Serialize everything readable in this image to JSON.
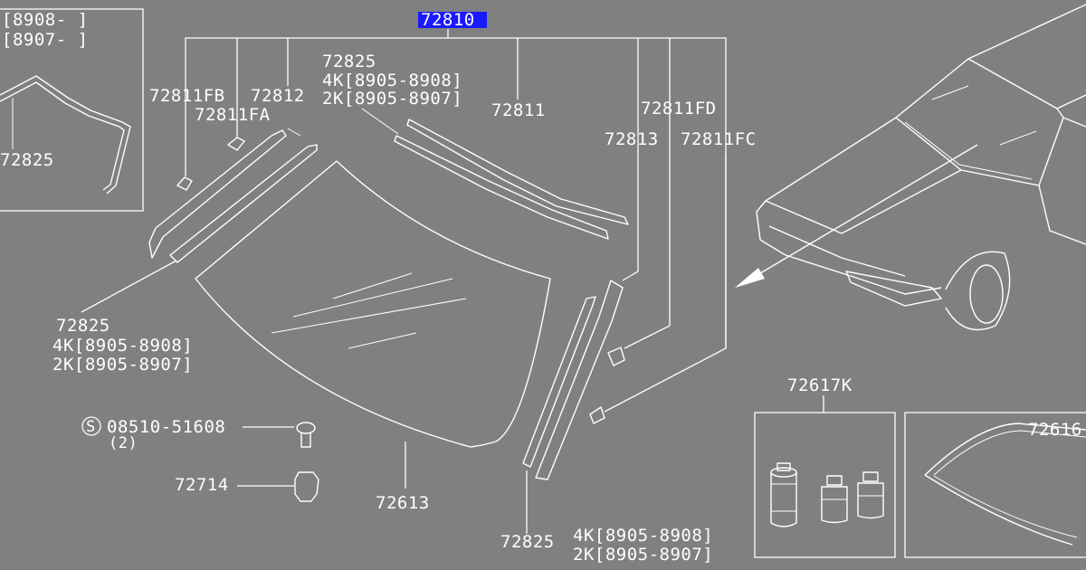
{
  "diagram": {
    "highlighted_part": "72810",
    "inset_top_left": {
      "range_a": "[8908-  ]",
      "range_b": "[8907-  ]",
      "part": "72825"
    },
    "labels": {
      "p72811fb": "72811FB",
      "p72812": "72812",
      "p72811fa": "72811FA",
      "p72825_top": "72825",
      "p72825_top_4k": "4K[8905-8908]",
      "p72825_top_2k": "2K[8905-8907]",
      "p72811": "72811",
      "p72811fd": "72811FD",
      "p72813": "72813",
      "p72811fc": "72811FC",
      "p72825_left": "72825",
      "p72825_left_4k": "4K[8905-8908]",
      "p72825_left_2k": "2K[8905-8907]",
      "s_symbol": "S",
      "p08510": "08510-51608",
      "p08510_qty": "(2)",
      "p72714": "72714",
      "p72613": "72613",
      "p72825_bottom": "72825",
      "p72825_bottom_4k": "4K[8905-8908]",
      "p72825_bottom_2k": "2K[8905-8907]",
      "p72617k": "72617K",
      "p72616": "72616"
    },
    "colors": {
      "background": "#808080",
      "line": "#ffffff",
      "highlight": "#1a1aff"
    }
  }
}
